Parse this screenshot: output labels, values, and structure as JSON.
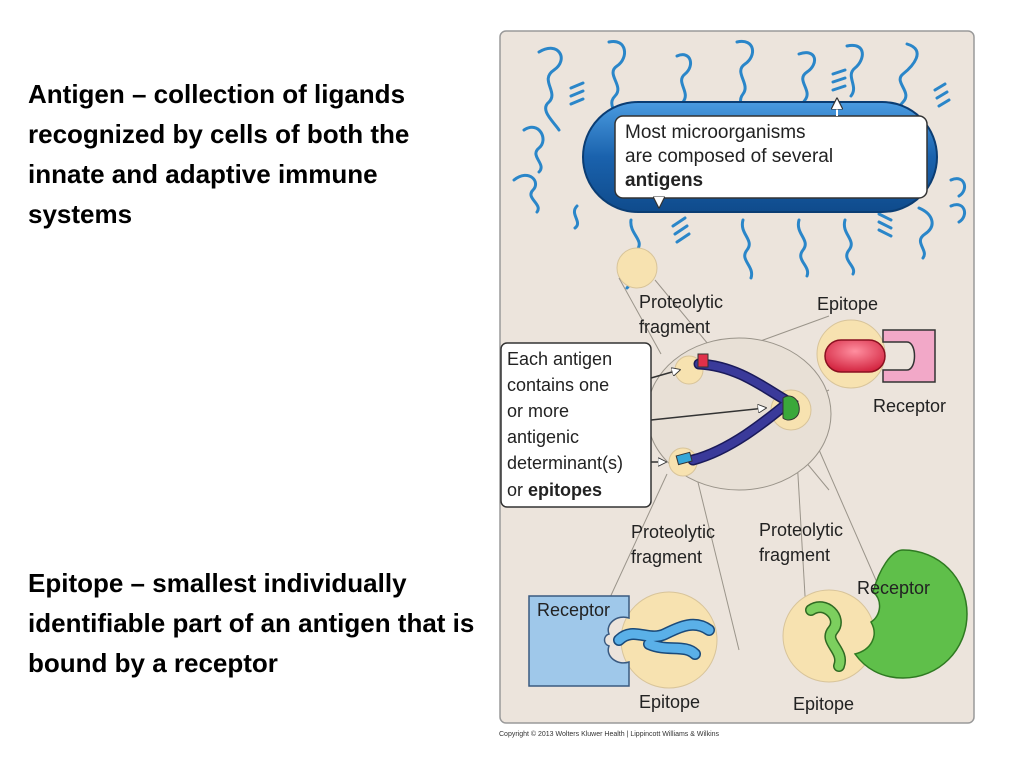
{
  "slide": {
    "antigen_definition": "Antigen – collection of ligands recognized by cells of both the innate and adaptive immune systems",
    "epitope_definition": "Epitope – smallest individually identifiable part of an antigen that is bound by a receptor"
  },
  "figure": {
    "microorganism_callout": {
      "line1": "Most microorganisms",
      "line2": "are composed of several",
      "line3": "antigens"
    },
    "proteolytic_fragment_top": [
      "Proteolytic",
      "fragment"
    ],
    "epitope_top": "Epitope",
    "receptor_top": "Receptor",
    "antigen_callout": {
      "lines": [
        "Each antigen",
        "contains one",
        "or more",
        "antigenic",
        "determinant(s)"
      ],
      "last_prefix": "or ",
      "last_bold": "epitopes"
    },
    "proteolytic_fragment_left": [
      "Proteolytic",
      "fragment"
    ],
    "proteolytic_fragment_right": [
      "Proteolytic",
      "fragment"
    ],
    "receptor_bottom_left": "Receptor",
    "receptor_bottom_right": "Receptor",
    "epitope_bottom_left": "Epitope",
    "epitope_bottom_right": "Epitope",
    "colors": {
      "panel_bg": "#ece4dc",
      "microbe_blue": "#1f6fb8",
      "squiggle": "#2a86c9",
      "fragment_purple": "#3a3a9a",
      "epitope_red": "#e0304a",
      "epitope_green": "#3aa83a",
      "epitope_cyan": "#35a7d8",
      "receptor_pink": "#f2a8c8",
      "receptor_blue": "#9fc8ea",
      "receptor_green": "#5fbf4a",
      "highlight_yellow": "#f7e2b0"
    }
  },
  "copyright": "Copyright © 2013 Wolters Kluwer Health | Lippincott Williams & Wilkins"
}
